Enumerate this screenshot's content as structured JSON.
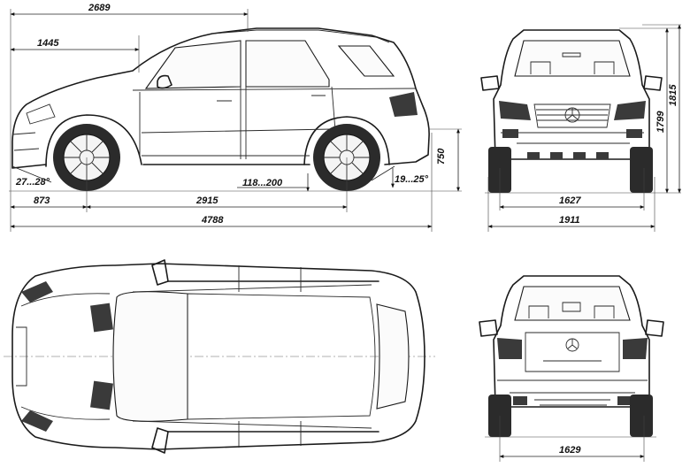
{
  "dimensions": {
    "side_view": {
      "front_axle_to_windshield_top": "2689",
      "front_overhang_to_a_pillar": "1445",
      "front_overhang": "873",
      "wheelbase": "2915",
      "overall_length": "4788",
      "ground_clearance": "118...200",
      "approach_angle": "27...28°",
      "departure_angle": "19...25°",
      "rear_height": "750"
    },
    "front_view": {
      "height_body": "1799",
      "height_rails": "1815",
      "front_track": "1627",
      "overall_width": "1911"
    },
    "rear_view": {
      "rear_track": "1629"
    }
  },
  "views": [
    "side",
    "front",
    "top",
    "rear"
  ]
}
